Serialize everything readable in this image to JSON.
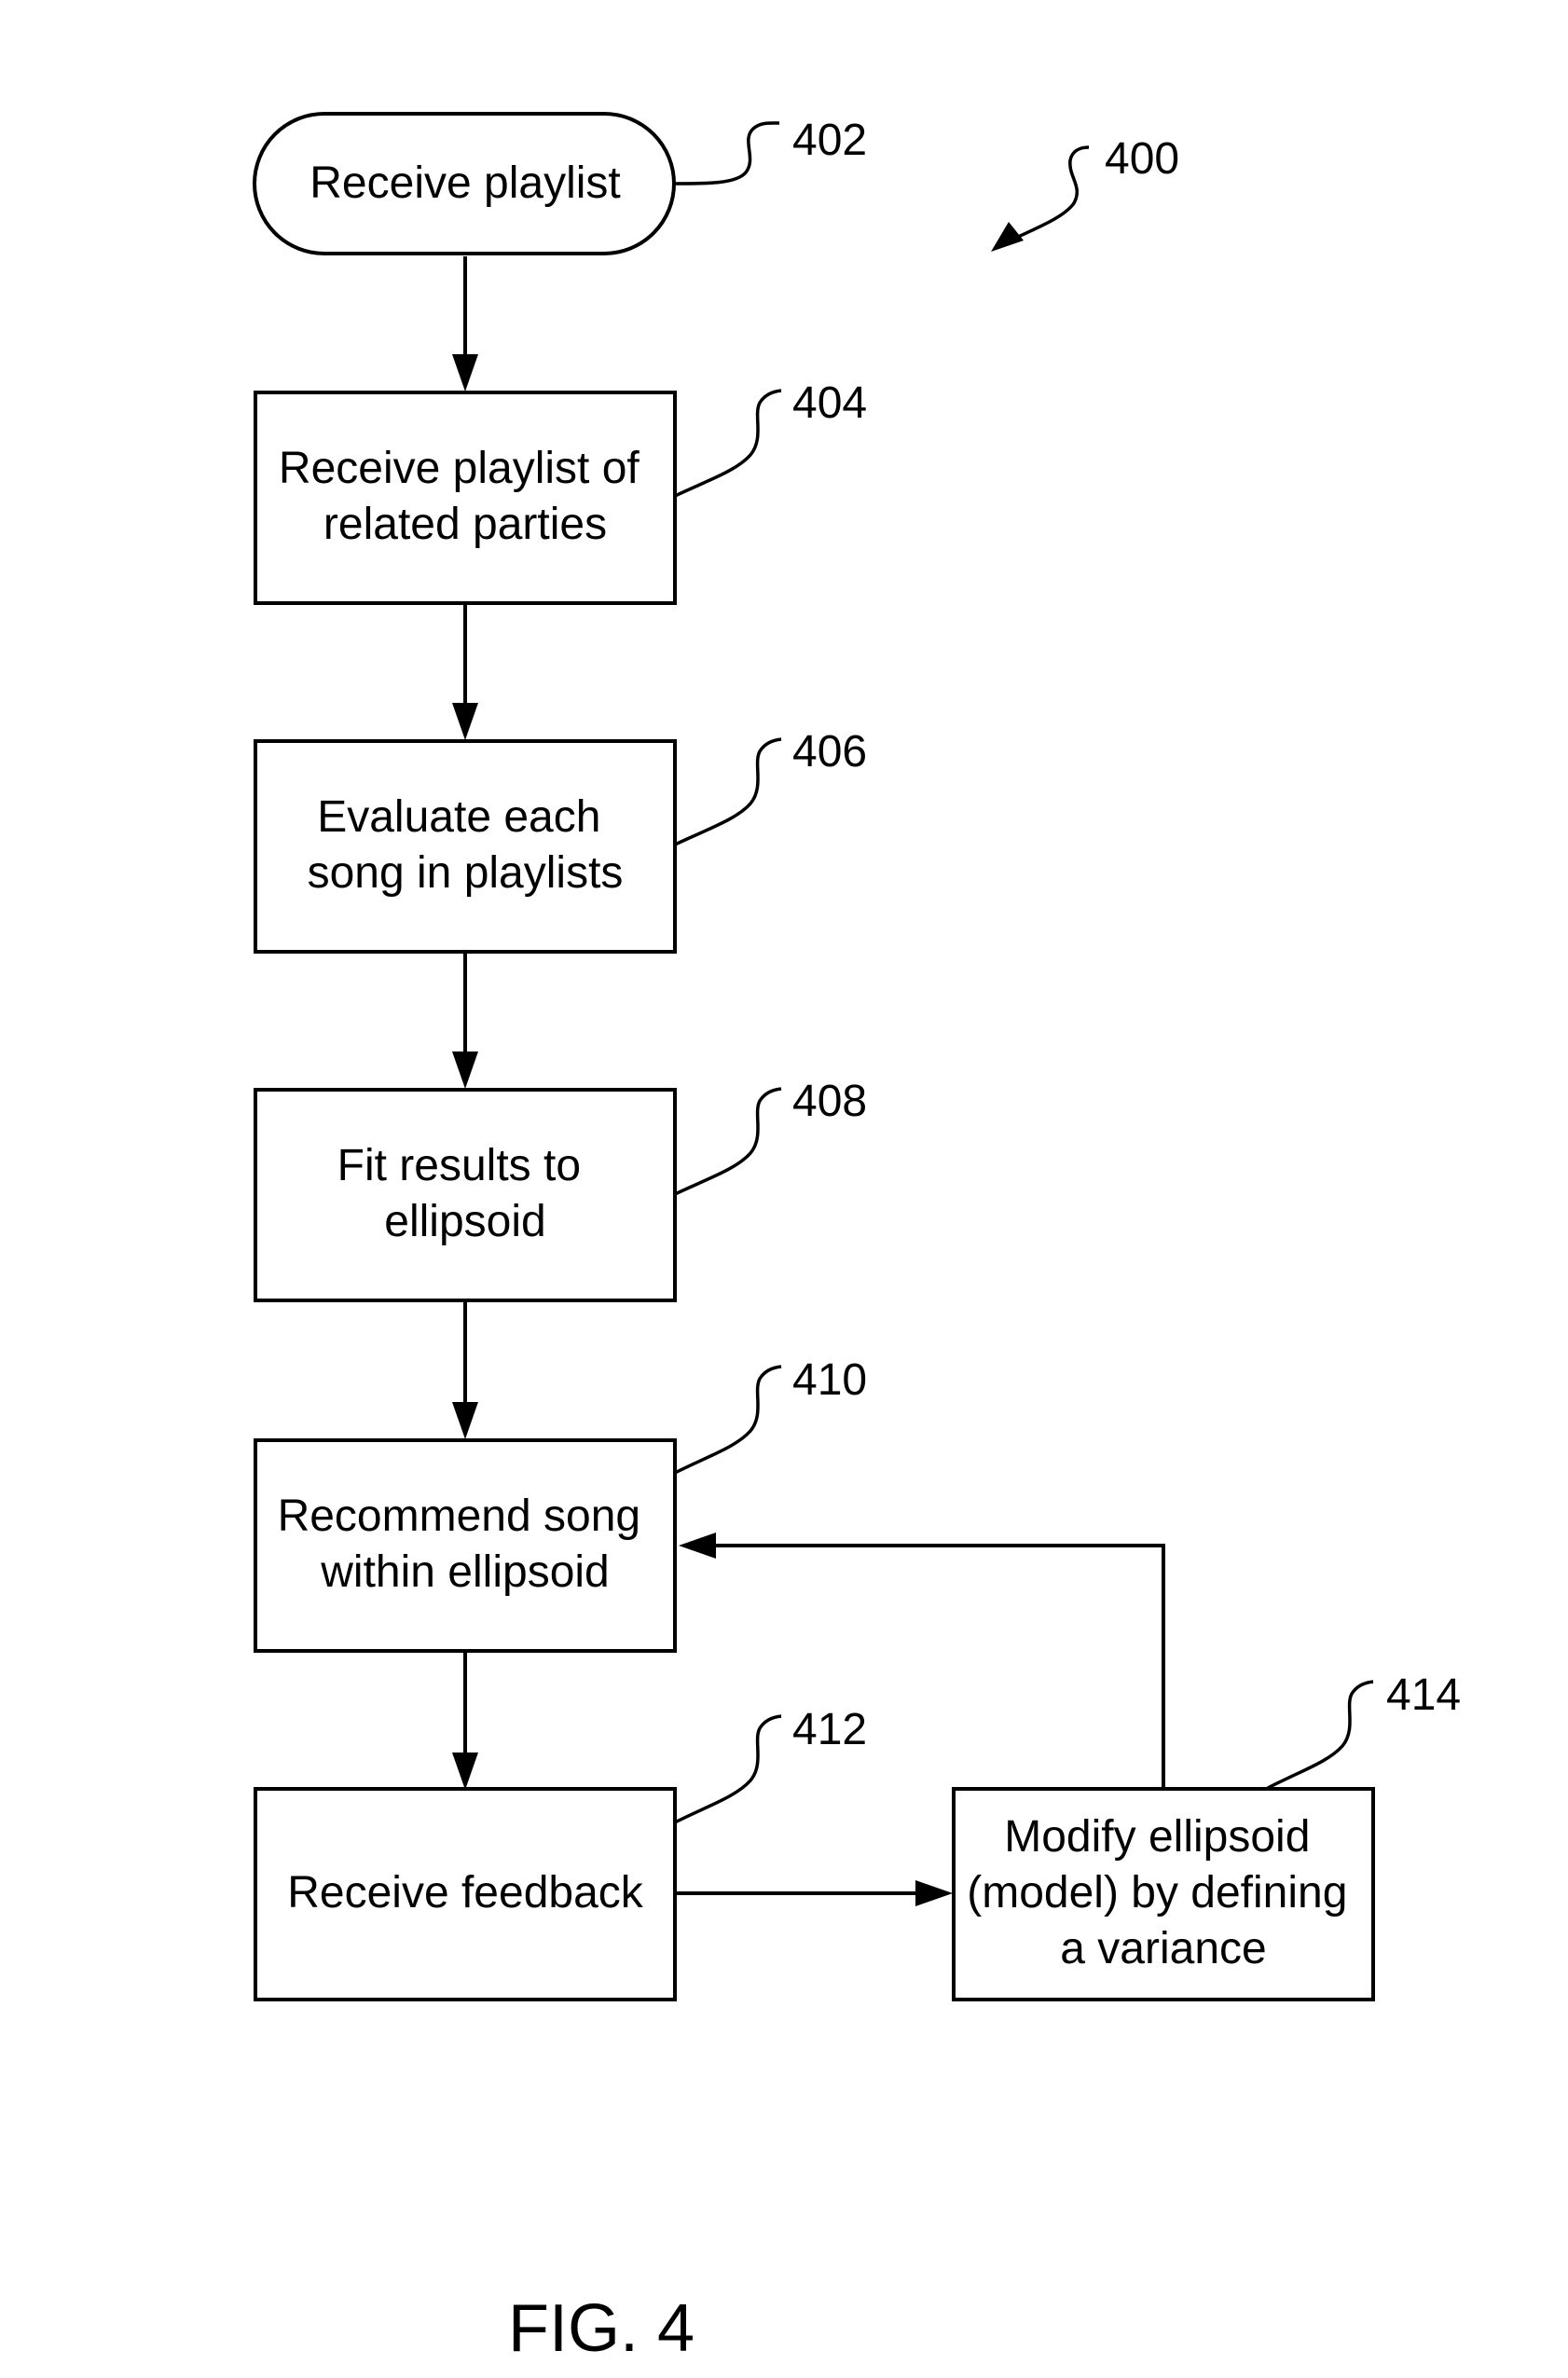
{
  "figure": {
    "caption": "FIG. 4",
    "reference": "400"
  },
  "nodes": [
    {
      "id": "402",
      "ref": "402",
      "lines": [
        "Receive playlist"
      ]
    },
    {
      "id": "404",
      "ref": "404",
      "lines": [
        "Receive playlist of",
        "related parties"
      ]
    },
    {
      "id": "406",
      "ref": "406",
      "lines": [
        "Evaluate each",
        "song in playlists"
      ]
    },
    {
      "id": "408",
      "ref": "408",
      "lines": [
        "Fit results to",
        "ellipsoid"
      ]
    },
    {
      "id": "410",
      "ref": "410",
      "lines": [
        "Recommend song",
        "within ellipsoid"
      ]
    },
    {
      "id": "412",
      "ref": "412",
      "lines": [
        "Receive feedback"
      ]
    },
    {
      "id": "414",
      "ref": "414",
      "lines": [
        "Modify ellipsoid",
        "(model) by defining",
        "a variance"
      ]
    }
  ],
  "edges": [
    {
      "from": "402",
      "to": "404"
    },
    {
      "from": "404",
      "to": "406"
    },
    {
      "from": "406",
      "to": "408"
    },
    {
      "from": "408",
      "to": "410"
    },
    {
      "from": "410",
      "to": "412"
    },
    {
      "from": "412",
      "to": "414"
    },
    {
      "from": "414",
      "to": "410"
    }
  ]
}
